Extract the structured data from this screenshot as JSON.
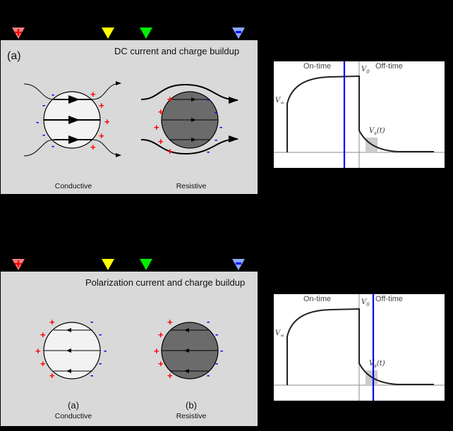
{
  "colors": {
    "background": "#000000",
    "panel": "#d9d9d9",
    "conductive_sphere": "#f2f2f2",
    "resistive_sphere": "#6b6b6b",
    "positive_charge": "#ff0000",
    "negative_charge": "#0000ff",
    "marker_positive": "#f08080",
    "marker_yellow": "#ffff00",
    "marker_green": "#00ee00",
    "marker_negative": "#8aa8ff",
    "time_cursor": "#0000ee",
    "decay_shading": "#cccccc"
  },
  "electrode_markers": [
    {
      "id": "current-positive",
      "symbol": "+",
      "color": "#f08080"
    },
    {
      "id": "potential-m",
      "symbol": "",
      "color": "#ffff00"
    },
    {
      "id": "potential-n",
      "symbol": "",
      "color": "#00ee00"
    },
    {
      "id": "current-negative",
      "symbol": "-",
      "color": "#8aa8ff"
    }
  ],
  "top_panel": {
    "letter": "(a)",
    "title": "DC current and charge buildup",
    "spheres": [
      {
        "caption": "Conductive",
        "fill": "#f2f2f2"
      },
      {
        "caption": "Resistive",
        "fill": "#6b6b6b"
      }
    ],
    "graph": {
      "phase_on": "On-time",
      "phase_off": "Off-time",
      "label_vinf": "V",
      "label_vinf_sub": "∞",
      "label_v0": "V",
      "label_v0_sub": "0",
      "label_vs": "V",
      "label_vs_sub": "s",
      "label_vs_arg": "(t)",
      "cursor_phase": "on-time"
    }
  },
  "bottom_panel": {
    "title": "Polarization current and charge buildup",
    "spheres": [
      {
        "letter": "(a)",
        "caption": "Conductive",
        "fill": "#f2f2f2"
      },
      {
        "letter": "(b)",
        "caption": "Resistive",
        "fill": "#6b6b6b"
      }
    ],
    "graph": {
      "phase_on": "On-time",
      "phase_off": "Off-time",
      "label_vinf": "V",
      "label_vinf_sub": "∞",
      "label_v0": "V",
      "label_v0_sub": "0",
      "label_vs": "V",
      "label_vs_sub": "s",
      "label_vs_arg": "(t)",
      "cursor_phase": "off-time"
    }
  }
}
